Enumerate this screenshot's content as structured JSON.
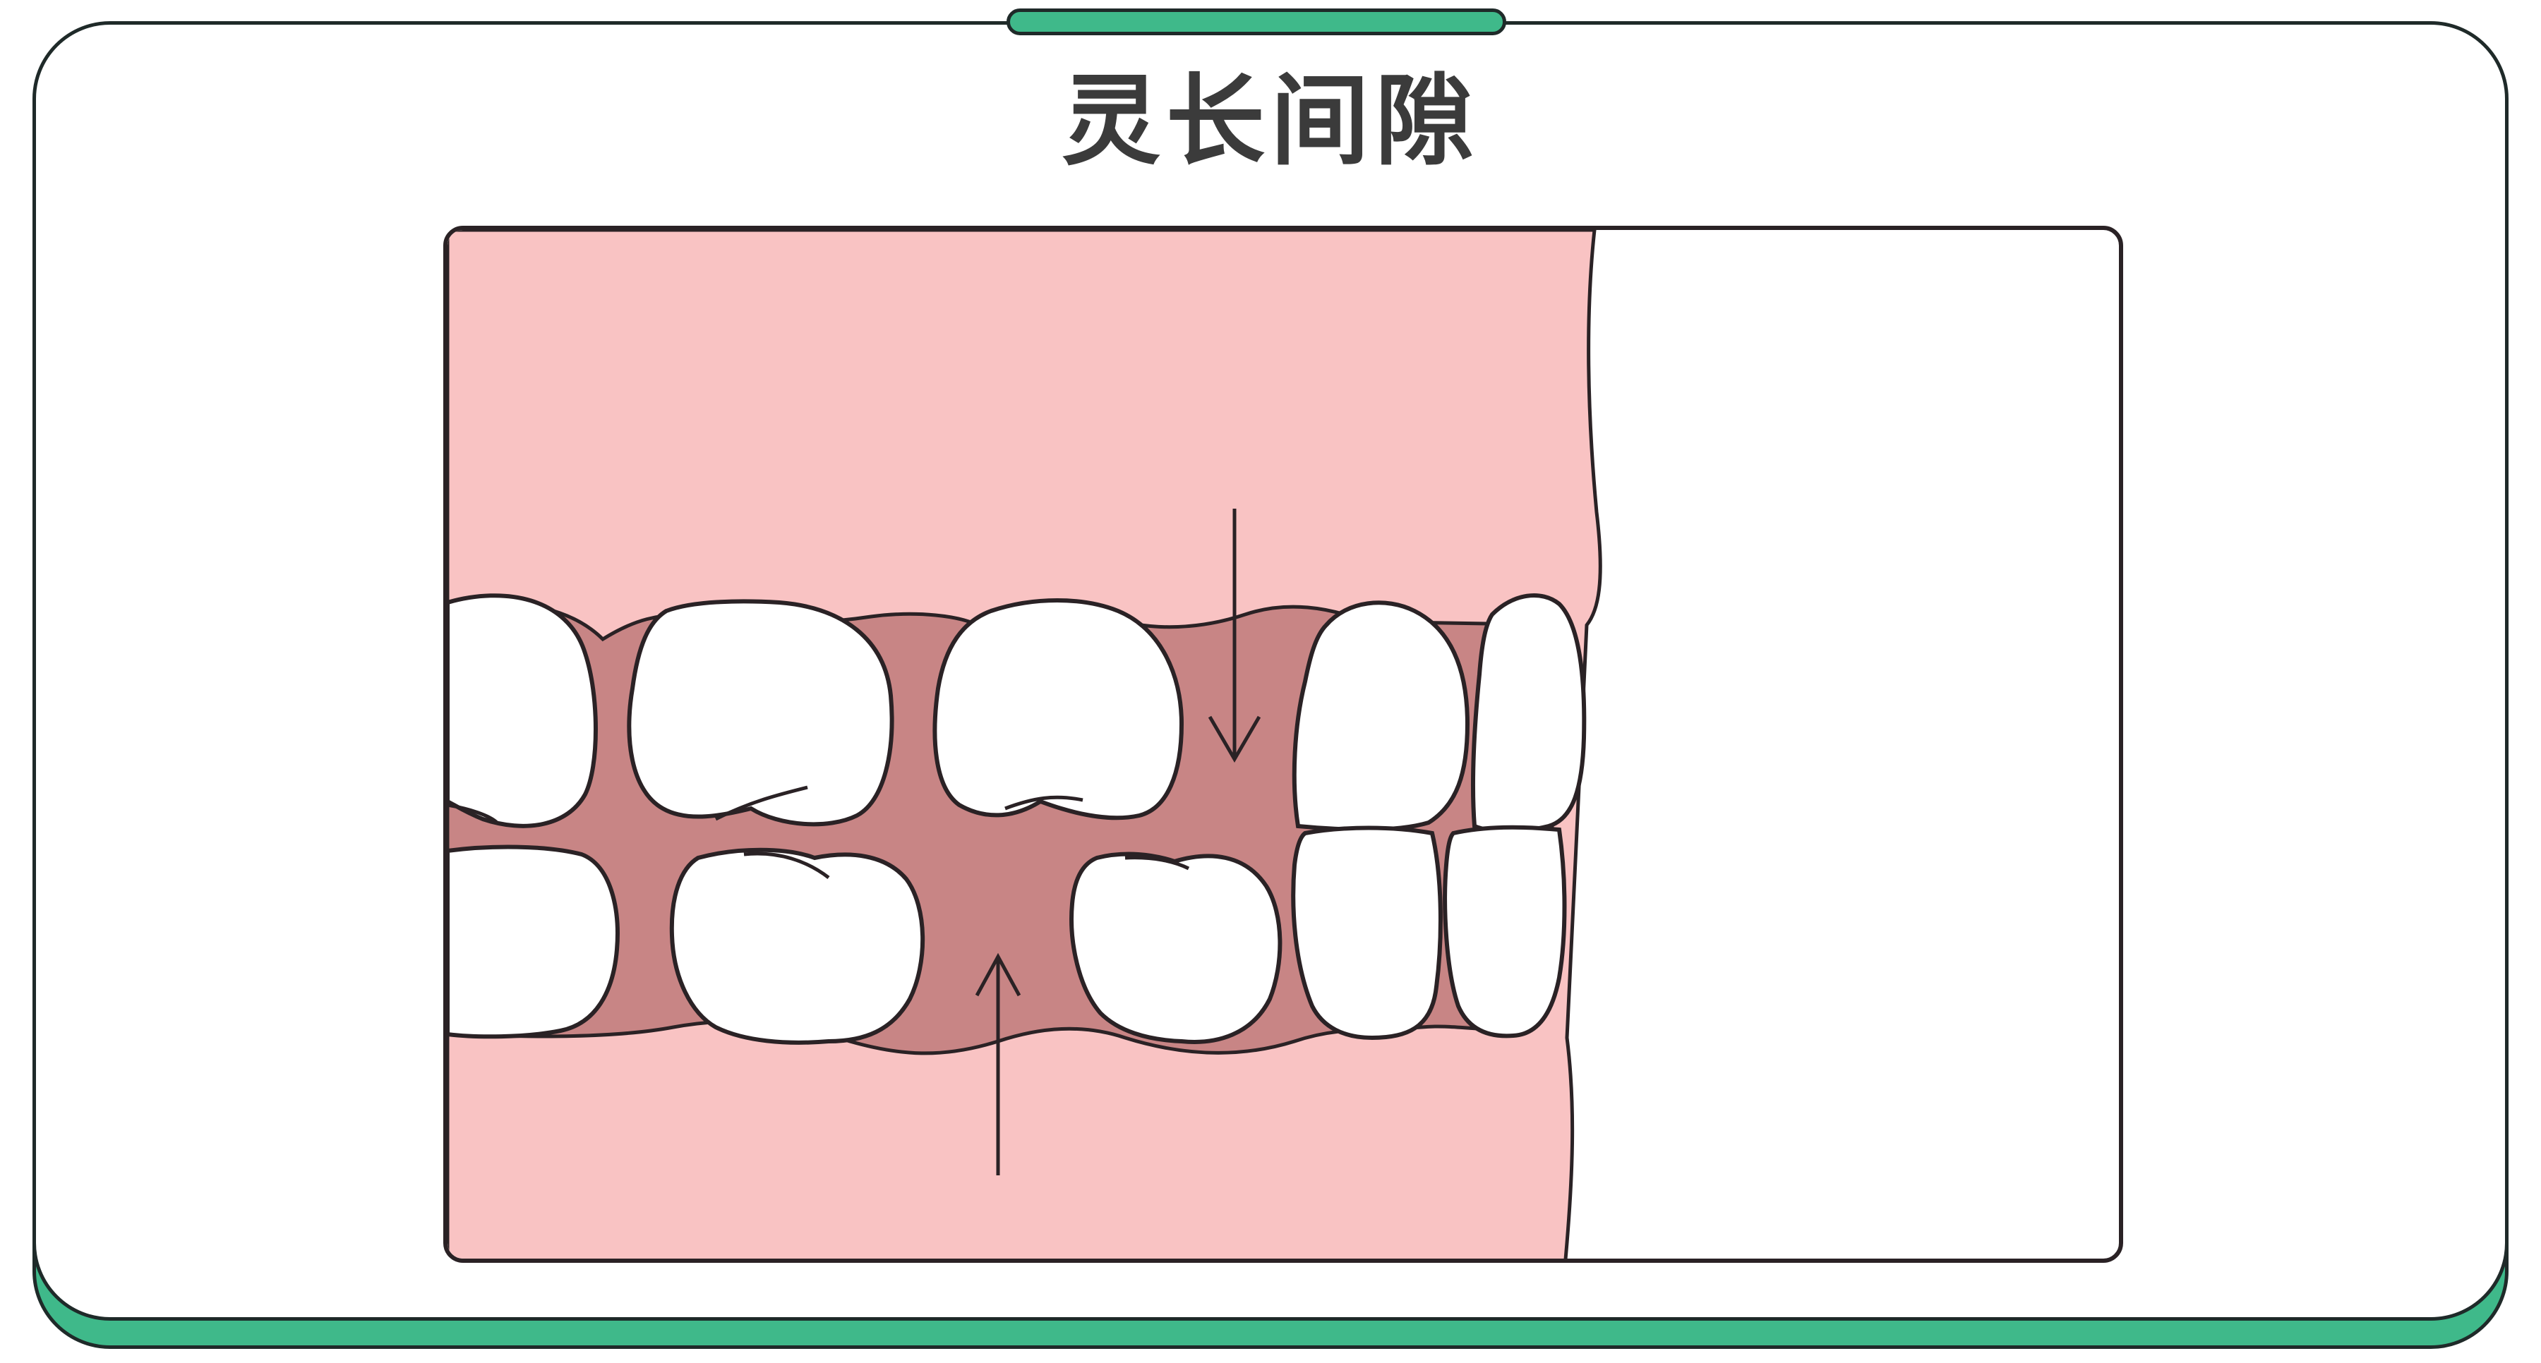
{
  "header": {
    "title": "灵长间隙"
  },
  "colors": {
    "accent": "#3fb98a",
    "outline": "#2a2225",
    "gum": "#f9c3c3",
    "gap": "#c88585",
    "tooth": "#ffffff"
  },
  "diagram": {
    "subject": "teeth-with-primate-spaces",
    "markers": [
      "arrow-down-upper-gap",
      "arrow-up-lower-gap"
    ]
  }
}
